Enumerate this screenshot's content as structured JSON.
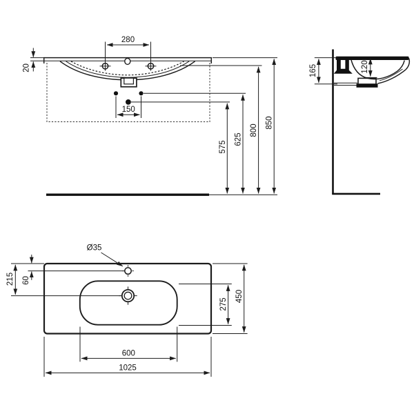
{
  "drawing": {
    "type": "washbasin technical drawing, three orthographic views",
    "background": "#ffffff",
    "line_color": "#1c1c1c",
    "front_view": {
      "tap_hole_spacing": "280",
      "rim_thickness": "20",
      "fixing_hole_spacing": "150",
      "trap_outlet_height": "575",
      "fixing_hole_height": "625",
      "underside_height": "800",
      "rim_height": "850"
    },
    "side_view": {
      "basin_section_height": "165",
      "bowl_inner_depth": "120"
    },
    "top_view": {
      "tap_hole_diameter": "Ø35",
      "drain_centre_from_rear": "215",
      "tap_hole_from_rear": "60",
      "bowl_front_to_back": "275",
      "overall_depth": "450",
      "bowl_width": "600",
      "overall_width": "1025"
    }
  }
}
